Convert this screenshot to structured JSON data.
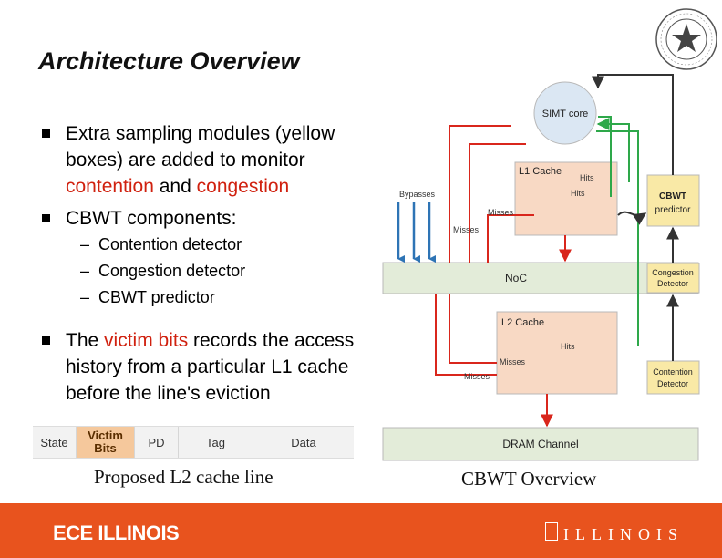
{
  "slide": {
    "title": "Architecture Overview",
    "bullets": [
      {
        "line1": "Extra sampling modules (yellow",
        "line2": "boxes) are added to monitor",
        "line3_a": "contention",
        "line3_b": " and ",
        "line3_c": "congestion"
      },
      {
        "line1": "CBWT components:"
      }
    ],
    "sub_items": [
      "Contention detector",
      "Congestion detector",
      "CBWT predictor"
    ],
    "bullet3": {
      "a": "The ",
      "b": "victim bits",
      "c": " records the access",
      "line2": "history from a particular L1 cache",
      "line3": "before the line's eviction"
    },
    "colors": {
      "accent_red": "#d0210f",
      "footer_orange": "#e8531e"
    }
  },
  "cache_line": {
    "fields": [
      "State",
      "Victim Bits",
      "PD",
      "Tag",
      "Data"
    ],
    "caption": "Proposed L2 cache line"
  },
  "diagram": {
    "caption": "CBWT Overview",
    "simt_core": "SIMT core",
    "l1_cache": "L1 Cache",
    "cbwt_predictor_1": "CBWT",
    "cbwt_predictor_2": "predictor",
    "noc": "NoC",
    "congestion_detector_1": "Congestion",
    "congestion_detector_2": "Detector",
    "l2_cache": "L2 Cache",
    "contention_detector_1": "Contention",
    "contention_detector_2": "Detector",
    "dram": "DRAM Channel",
    "labels": {
      "bypasses": "Bypasses",
      "hits": "Hits",
      "misses": "Misses"
    }
  },
  "footer": {
    "left": "ECE ILLINOIS",
    "right": "ILLINOIS"
  }
}
